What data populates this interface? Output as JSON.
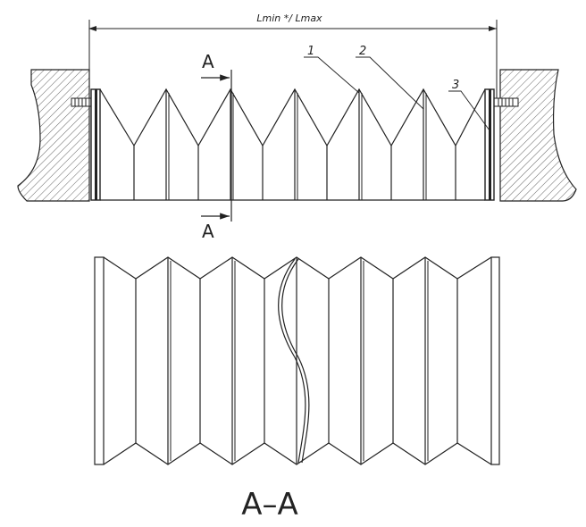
{
  "dimension": {
    "label": "Lmin */ Lmax"
  },
  "callouts": [
    "1",
    "2",
    "3"
  ],
  "section_markers": {
    "top": "A",
    "bottom": "A"
  },
  "section_view": {
    "title": "A–A"
  },
  "colors": {
    "line": "#222222",
    "hatch": "#444444",
    "background": "#ffffff"
  }
}
